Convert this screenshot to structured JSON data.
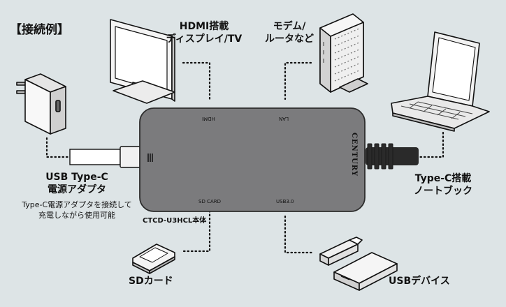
{
  "title": "【接続例】",
  "hub": {
    "brand": "CENTURY",
    "model": "CTCD-U3HCL本体",
    "ports": {
      "hdmi": "HDMI",
      "lan": "LAN",
      "sd": "SD CARD",
      "usb": "USB3.0"
    }
  },
  "labels": {
    "hdmi_line1": "HDMI搭載",
    "hdmi_line2": "ディスプレイ/TV",
    "modem_line1": "モデム/",
    "modem_line2": "ルータなど",
    "adapter_line1": "USB Type-C",
    "adapter_line2": "電源アダプタ",
    "adapter_note_line1": "Type-C電源アダプタを接続して",
    "adapter_note_line2": "充電しながら使用可能",
    "laptop_line1": "Type-C搭載",
    "laptop_line2": "ノートブック",
    "sd": "SDカード",
    "usb": "USBデバイス"
  },
  "icons": [
    "monitor-icon",
    "router-icon",
    "power-adapter-icon",
    "laptop-icon",
    "sd-card-icon",
    "usb-flash-drive-icon",
    "external-hdd-icon"
  ],
  "colors": {
    "background": "#dde4e6",
    "hub_body": "#7b7b7d",
    "cable": "#2a2a2a",
    "line": "#111111"
  }
}
